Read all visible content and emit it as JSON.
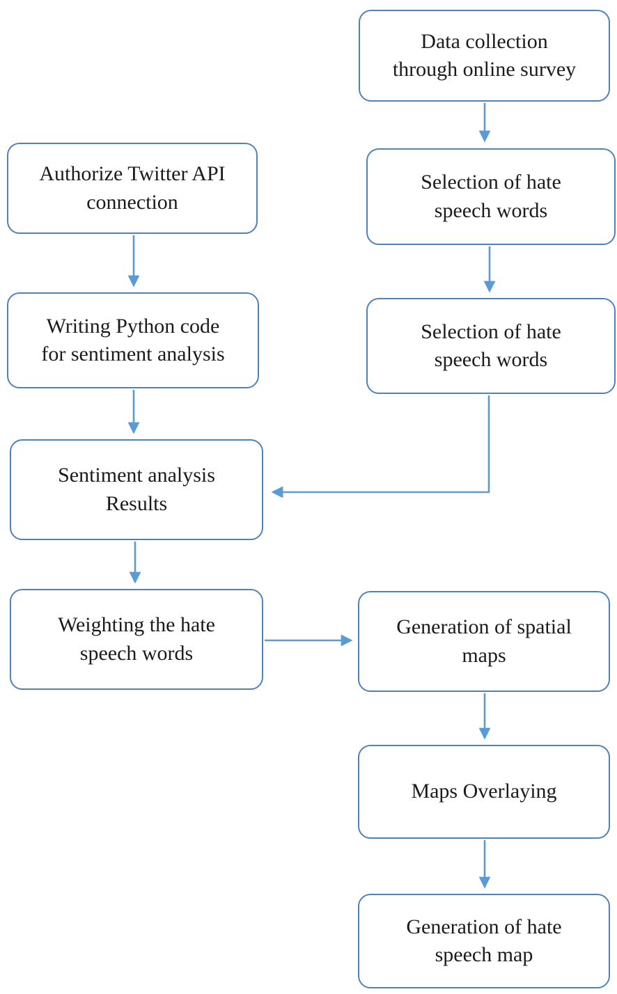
{
  "colors": {
    "box_border": "#4f81bd",
    "arrow": "#5b9bd5",
    "text": "#1b1b1b",
    "background": "#ffffff"
  },
  "nodes": {
    "data_collection": {
      "label": "Data collection\nthrough online survey"
    },
    "selection_hate_words_1": {
      "label": "Selection of hate\nspeech words"
    },
    "selection_hate_words_2": {
      "label": "Selection of hate\nspeech words"
    },
    "authorize_twitter": {
      "label": "Authorize Twitter API\nconnection"
    },
    "writing_python": {
      "label": "Writing Python code\nfor sentiment analysis"
    },
    "sentiment_results": {
      "label": "Sentiment analysis\nResults"
    },
    "weighting_words": {
      "label": "Weighting the hate\nspeech words"
    },
    "spatial_maps": {
      "label": "Generation of spatial\nmaps"
    },
    "maps_overlaying": {
      "label": "Maps Overlaying"
    },
    "hate_speech_map": {
      "label": "Generation of hate\nspeech map"
    }
  }
}
